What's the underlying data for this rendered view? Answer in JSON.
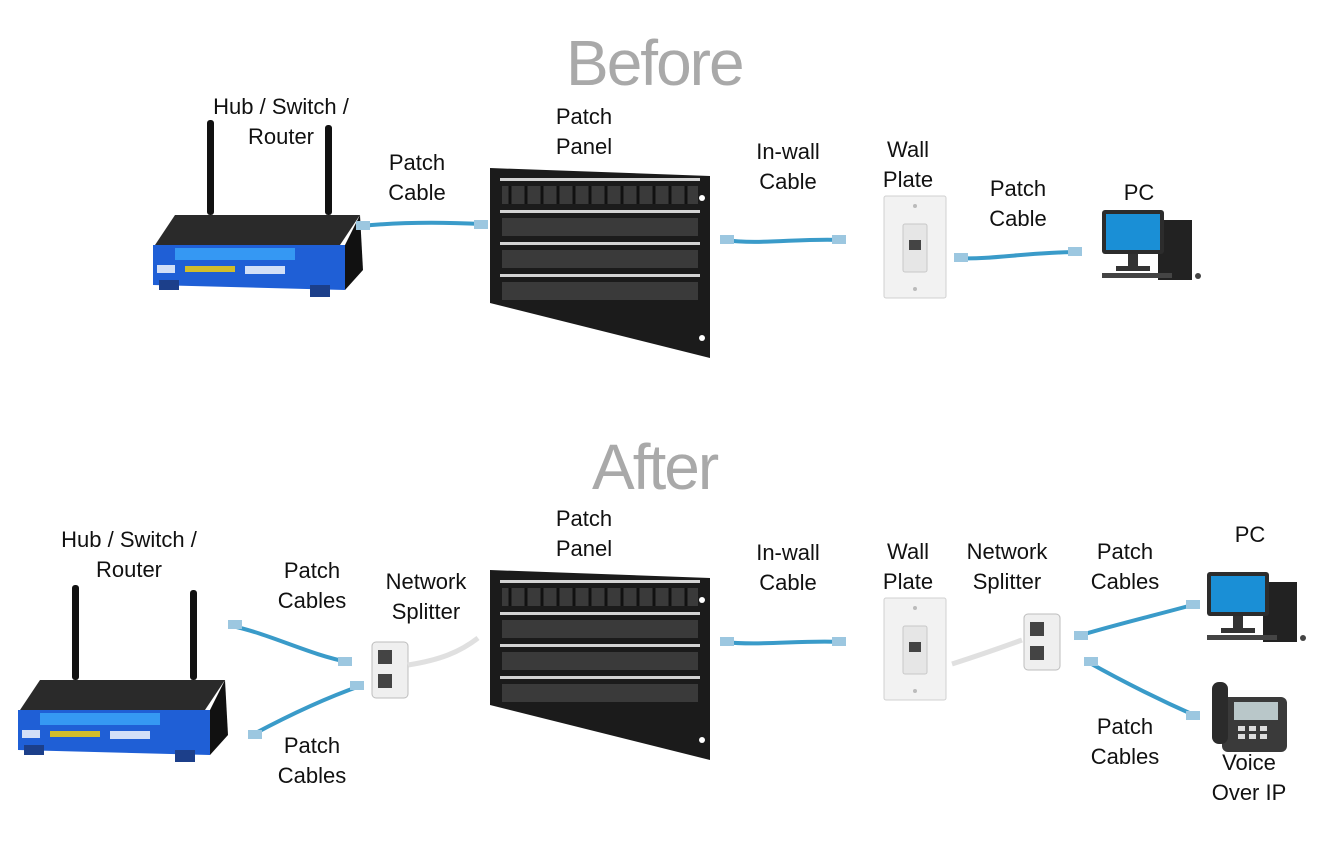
{
  "before": {
    "title": "Before",
    "labels": {
      "router": [
        "Hub / Switch /",
        "Router"
      ],
      "patch_cable_1": [
        "Patch",
        "Cable"
      ],
      "patch_panel": [
        "Patch",
        "Panel"
      ],
      "inwall_cable": [
        "In-wall",
        "Cable"
      ],
      "wall_plate": [
        "Wall",
        "Plate"
      ],
      "patch_cable_2": [
        "Patch",
        "Cable"
      ],
      "pc": [
        "PC"
      ]
    }
  },
  "after": {
    "title": "After",
    "labels": {
      "router": [
        "Hub / Switch /",
        "Router"
      ],
      "patch_cables_top": [
        "Patch",
        "Cables"
      ],
      "patch_cables_bottom": [
        "Patch",
        "Cables"
      ],
      "network_splitter_1": [
        "Network",
        "Splitter"
      ],
      "patch_panel": [
        "Patch",
        "Panel"
      ],
      "inwall_cable": [
        "In-wall",
        "Cable"
      ],
      "wall_plate": [
        "Wall",
        "Plate"
      ],
      "network_splitter_2": [
        "Network",
        "Splitter"
      ],
      "patch_cables_right_top": [
        "Patch",
        "Cables"
      ],
      "patch_cables_right_bottom": [
        "Patch",
        "Cables"
      ],
      "pc": [
        "PC"
      ],
      "voip": [
        "Voice",
        "Over IP"
      ]
    }
  },
  "colors": {
    "heading": "#a9a9a9",
    "router_blue": "#1f5fd6",
    "cable_blue": "#3a9bc9",
    "panel_black": "#1b1b1b",
    "plate_white": "#f2f2f2"
  }
}
